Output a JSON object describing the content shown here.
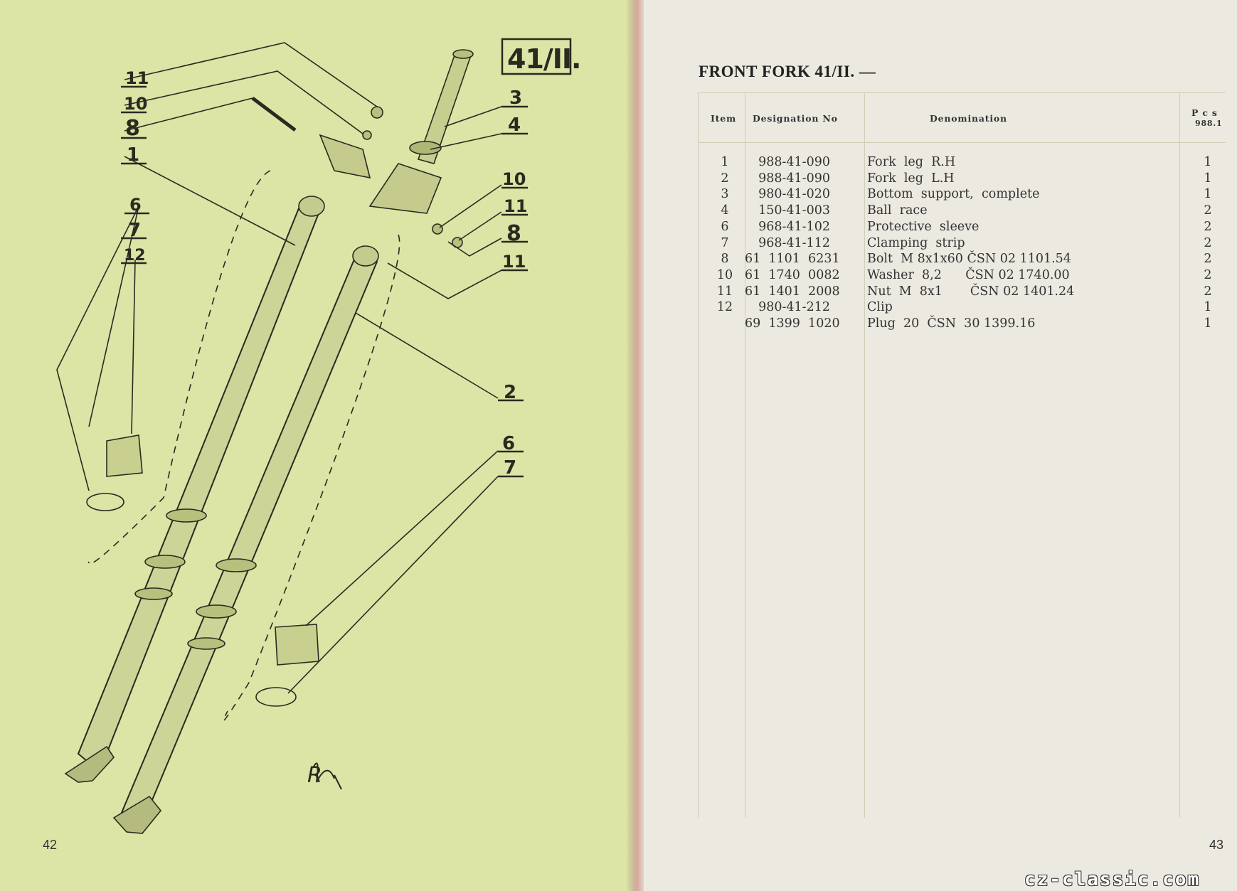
{
  "left_page": {
    "page_number": "42",
    "figure_label": "41/II.",
    "callouts": [
      "11",
      "10",
      "8",
      "1",
      "6",
      "7",
      "12",
      "3",
      "4",
      "10",
      "11",
      "8",
      "11",
      "2",
      "6",
      "7"
    ],
    "signature": "R"
  },
  "right_page": {
    "page_number": "43",
    "title": "FRONT FORK 41/II. —",
    "table": {
      "headers": {
        "item": "Item",
        "designation": "Designation No",
        "denomination": "Denomination",
        "pcs": "P c s",
        "model": "988.1"
      },
      "rows": [
        {
          "item": "1",
          "no": "988-41-090",
          "den": "Fork  leg  R.H",
          "pcs": "1"
        },
        {
          "item": "2",
          "no": "988-41-090",
          "den": "Fork  leg  L.H",
          "pcs": "1"
        },
        {
          "item": "3",
          "no": "980-41-020",
          "den": "Bottom  support,  complete",
          "pcs": "1"
        },
        {
          "item": "4",
          "no": "150-41-003",
          "den": "Ball  race",
          "pcs": "2"
        },
        {
          "item": "6",
          "no": "968-41-102",
          "den": "Protective  sleeve",
          "pcs": "2"
        },
        {
          "item": "7",
          "no": "968-41-112",
          "den": "Clamping  strip",
          "pcs": "2"
        },
        {
          "item": "8",
          "no": "61  1101  6231",
          "den": "Bolt  M 8x1x60 ČSN 02 1101.54",
          "pcs": "2"
        },
        {
          "item": "10",
          "no": "61  1740  0082",
          "den": "Washer  8,2      ČSN 02 1740.00",
          "pcs": "2"
        },
        {
          "item": "11",
          "no": "61  1401  2008",
          "den": "Nut  M  8x1       ČSN 02 1401.24",
          "pcs": "2"
        },
        {
          "item": "12",
          "no": "980-41-212",
          "den": "Clip",
          "pcs": "1"
        },
        {
          "item": "",
          "no": "69  1399  1020",
          "den": "Plug  20  ČSN  30 1399.16",
          "pcs": "1"
        }
      ]
    }
  },
  "watermark": "cz-classic.com",
  "colors": {
    "left_page": "#dce4a6",
    "right_page": "#ece9e1",
    "ink": "#333333"
  }
}
